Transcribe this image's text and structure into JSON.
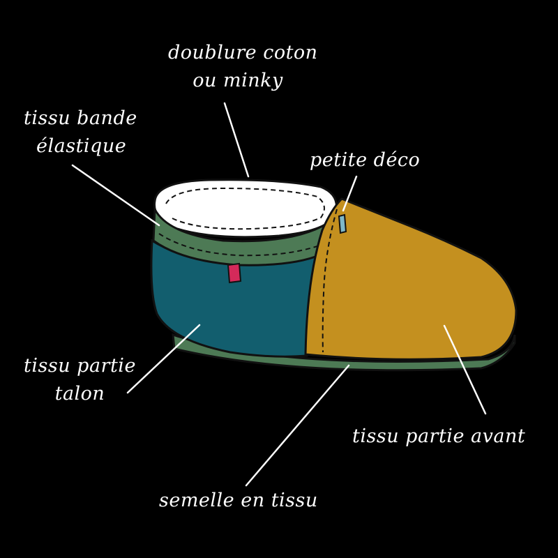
{
  "labels": {
    "lining": {
      "line1": "doublure coton",
      "line2": "ou minky"
    },
    "elastic": {
      "line1": "tissu bande",
      "line2": "élastique"
    },
    "deco": {
      "line1": "petite déco"
    },
    "heel": {
      "line1": "tissu partie",
      "line2": "talon"
    },
    "front": {
      "line1": "tissu partie avant"
    },
    "sole": {
      "line1": "semelle en tissu"
    }
  },
  "colors": {
    "background": "#000000",
    "heel": "#125e6e",
    "front": "#c4901f",
    "elastic_band": "#4d7a55",
    "sole": "#4d7a55",
    "lining": "#ffffff",
    "heel_tag": "#d42a5a",
    "deco_tag": "#7fb8c8",
    "text": "#ffffff"
  }
}
